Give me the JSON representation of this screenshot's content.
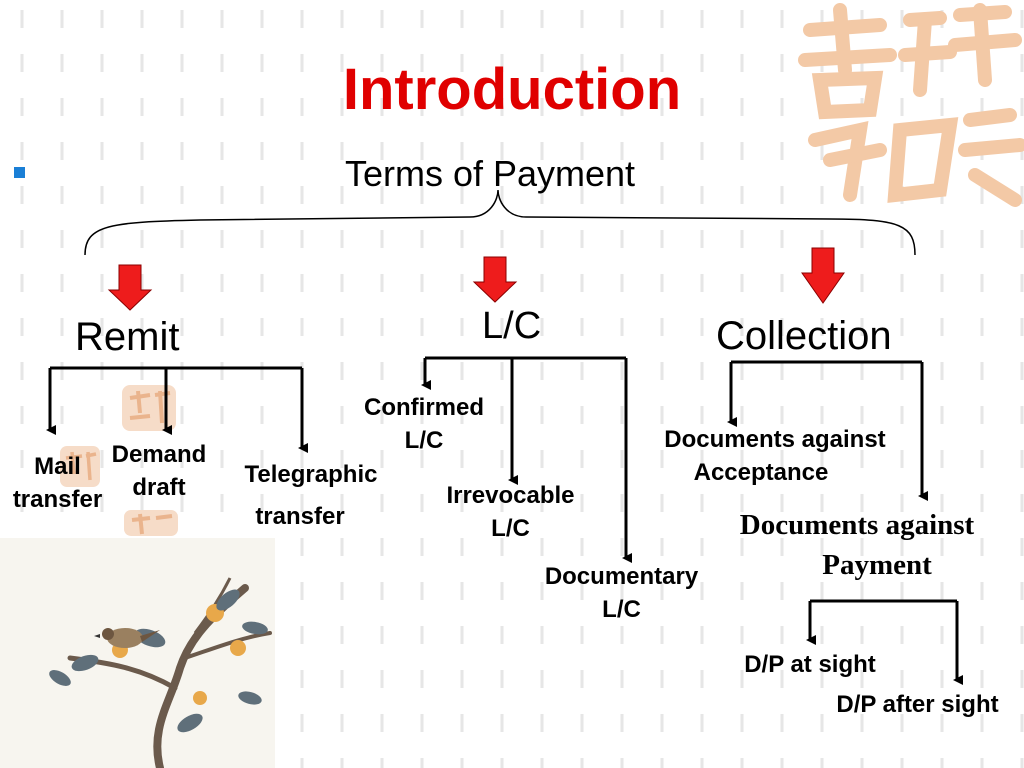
{
  "slide": {
    "title": "Introduction",
    "subtitle": "Terms of Payment"
  },
  "nodes": {
    "remit": "Remit",
    "lc": "L/C",
    "collection": "Collection"
  },
  "remit_children": {
    "mail_line1": "Mail",
    "mail_line2": "transfer",
    "demand_line1": "Demand",
    "demand_line2": "draft",
    "telegraphic_line1": "Telegraphic",
    "telegraphic_line2": "transfer"
  },
  "lc_children": {
    "confirmed_line1": "Confirmed",
    "confirmed_line2": "L/C",
    "irrevocable_line1": "Irrevocable",
    "irrevocable_line2": "L/C",
    "documentary_line1": "Documentary",
    "documentary_line2": "L/C"
  },
  "collection_children": {
    "da_line1": "Documents against",
    "da_line2": "Acceptance",
    "dp_line1": "Documents against",
    "dp_line2": "Payment"
  },
  "dp_children": {
    "at_sight": "D/P at sight",
    "after_sight": "D/P after sight"
  },
  "colors": {
    "title": "#e00000",
    "arrow_fill": "#ee1c1c",
    "bullet": "#1a7fd6",
    "seal": "#f3c9a6"
  }
}
